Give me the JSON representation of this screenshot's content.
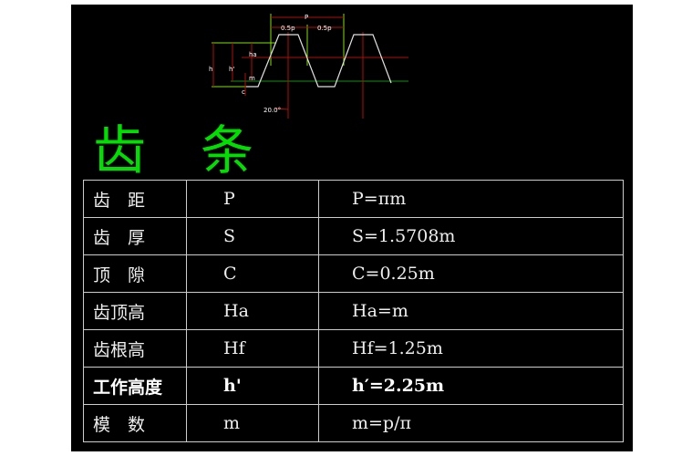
{
  "diagram": {
    "labels": {
      "pitch": "P",
      "half_left": "0.5p",
      "half_right": "0.5p",
      "h": "h",
      "h_prime": "h'",
      "ha": "ha",
      "m": "m",
      "c": "c",
      "angle": "20.0°"
    }
  },
  "title": {
    "char1": "齿",
    "char2": "条"
  },
  "table": {
    "rows": [
      {
        "name": "齿　距",
        "symbol": "P",
        "formula": "P=πm"
      },
      {
        "name": "齿　厚",
        "symbol": "S",
        "formula": "S=1.5708m"
      },
      {
        "name": "顶　隙",
        "symbol": "C",
        "formula": "C=0.25m"
      },
      {
        "name": "齿顶高",
        "symbol": "Ha",
        "formula": "Ha=m"
      },
      {
        "name": "齿根高",
        "symbol": "Hf",
        "formula": "Hf=1.25m"
      },
      {
        "name": "工作高度",
        "symbol": "h'",
        "formula": "h′=2.25m"
      },
      {
        "name": "模　数",
        "symbol": "m",
        "formula": "m=p/π"
      }
    ]
  },
  "colors": {
    "background": "#000000",
    "title": "#00e000",
    "dimension": "#c83010",
    "line_green": "#80e000",
    "profile": "#e0e0e0"
  }
}
